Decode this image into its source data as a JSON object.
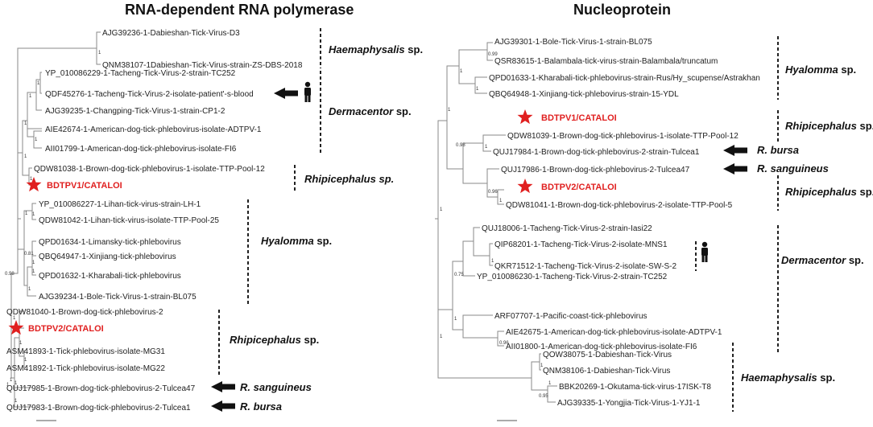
{
  "titles": {
    "left": "RNA-dependent RNA polymerase",
    "right": "Nucleoprotein"
  },
  "left_tree": {
    "leaves": [
      "AJG39236-1-Dabieshan-Tick-Virus-D3",
      "QNM38107-1Dabieshan-Tick-Virus-strain-ZS-DBS-2018",
      "YP_010086229-1-Tacheng-Tick-Virus-2-strain-TC252",
      "QDF45276-1-Tacheng-Tick-Virus-2-isolate-patient'-s-blood",
      "AJG39235-1-Changping-Tick-Virus-1-strain-CP1-2",
      "AIE42674-1-American-dog-tick-phlebovirus-isolate-ADTPV-1",
      "AII01799-1-American-dog-tick-phlebovirus-isolate-FI6",
      "QDW81038-1-Brown-dog-tick-phlebovirus-1-isolate-TTP-Pool-12",
      "BDTPV1/CATALOI",
      "YP_010086227-1-Lihan-tick-virus-strain-LH-1",
      "QDW81042-1-Lihan-tick-virus-isolate-TTP-Pool-25",
      "QPD01634-1-Limansky-tick-phlebovirus",
      "QBQ64947-1-Xinjiang-tick-phlebovirus",
      "QPD01632-1-Kharabali-tick-phlebovirus",
      "AJG39234-1-Bole-Tick-Virus-1-strain-BL075",
      "QDW81040-1-Brown-dog-tick-phlebovirus-2",
      "BDTPV2/CATALOI",
      "ASM41893-1-Tick-phlebovirus-isolate-MG31",
      "ASM41892-1-Tick-phlebovirus-isolate-MG22",
      "QUJ17985-1-Brown-dog-tick-phlebovirus-2-Tulcea47",
      "QUJ17983-1-Brown-dog-tick-phlebovirus-2-Tulcea1"
    ],
    "bootstraps": [
      "1",
      "1",
      "1",
      "1",
      "1",
      "1",
      "1",
      "1",
      "1",
      "1",
      "0.81",
      "1",
      "1",
      "0.98",
      "1",
      "1",
      "1",
      "1",
      "1",
      "1",
      "1"
    ],
    "clades": [
      {
        "genus": "Haemaphysalis",
        "suffix": " sp."
      },
      {
        "genus": "Dermacentor",
        "suffix": " sp."
      },
      {
        "genus": "Rhipicephalus sp.",
        "suffix": ""
      },
      {
        "genus": "Hyalomma",
        "suffix": " sp."
      },
      {
        "genus": "Rhipicephalus",
        "suffix": " sp."
      }
    ],
    "arrow_labels": [
      "R. sanguineus",
      "R. bursa"
    ]
  },
  "right_tree": {
    "leaves": [
      "AJG39301-1-Bole-Tick-Virus-1-strain-BL075",
      "QSR83615-1-Balambala-tick-virus-strain-Balambala/truncatum",
      "QPD01633-1-Kharabali-tick-phlebovirus-strain-Rus/Hy_scupense/Astrakhan",
      "QBQ64948-1-Xinjiang-tick-phlebovirus-strain-15-YDL",
      "BDTPV1/CATALOI",
      "QDW81039-1-Brown-dog-tick-phlebovirus-1-isolate-TTP-Pool-12",
      "QUJ17984-1-Brown-dog-tick-phlebovirus-2-strain-Tulcea1",
      "QUJ17986-1-Brown-dog-tick-phlebovirus-2-Tulcea47",
      "BDTPV2/CATALOI",
      "QDW81041-1-Brown-dog-tick-phlebovirus-2-isolate-TTP-Pool-5",
      "QUJ18006-1-Tacheng-Tick-Virus-2-strain-Iasi22",
      "QIP68201-1-Tacheng-Tick-Virus-2-isolate-MNS1",
      "QKR71512-1-Tacheng-Tick-Virus-2-isolate-SW-S-2",
      "YP_010086230-1-Tacheng-Tick-Virus-2-strain-TC252",
      "ARF07707-1-Pacific-coast-tick-phlebovirus",
      "AIE42675-1-American-dog-tick-phlebovirus-isolate-ADTPV-1",
      "AII01800-1-American-dog-tick-phlebovirus-isolate-FI6",
      "QOW38075-1-Dabieshan-Tick-Virus",
      "QNM38106-1-Dabieshan-Tick-Virus",
      "BBK20269-1-Okutama-tick-virus-17ISK-T8",
      "AJG39335-1-Yongjia-Tick-Virus-1-YJ1-1"
    ],
    "bootstraps": [
      "0.99",
      "1",
      "1",
      "1",
      "0.98",
      "1",
      "0.96",
      "1",
      "1",
      "0.75",
      "1",
      "1",
      "0.96",
      "1",
      "1",
      "0.95",
      "1"
    ],
    "clades": [
      {
        "genus": "Hyalomma",
        "suffix": " sp."
      },
      {
        "genus": "Rhipicephalus",
        "suffix": " sp."
      },
      {
        "genus": "Rhipicephalus",
        "suffix": " sp."
      },
      {
        "genus": "Dermacentor",
        "suffix": " sp."
      },
      {
        "genus": "Haemaphysalis",
        "suffix": " sp."
      }
    ],
    "arrow_labels": [
      "R. bursa",
      "R. sanguineus"
    ]
  },
  "icons": [
    "star-icon",
    "arrow-left-icon",
    "human-figure-icon"
  ],
  "colors": {
    "highlight": "#e02020",
    "branch": "#8a8a8a",
    "text": "#222222"
  }
}
